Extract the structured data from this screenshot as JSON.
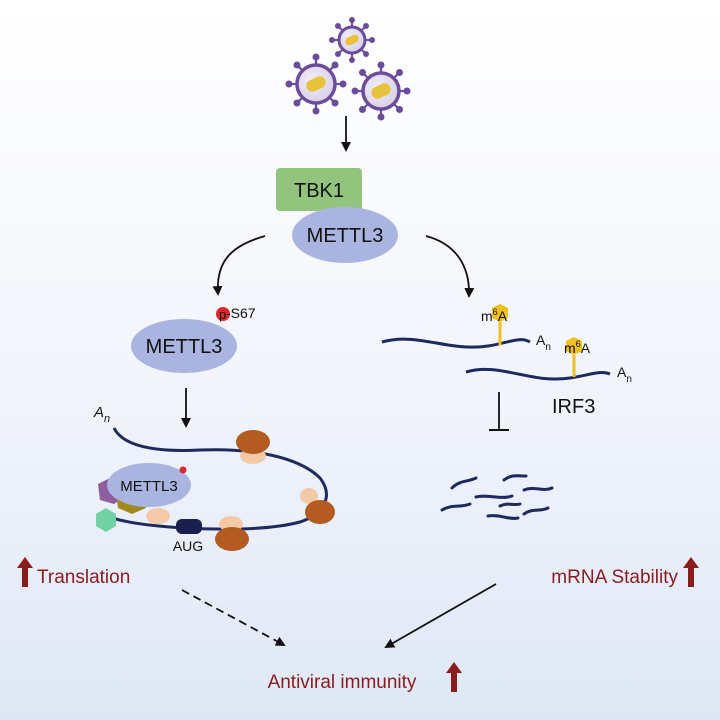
{
  "nodes": {
    "tbk1": "TBK1",
    "mettl3_complex": "METTL3",
    "mettl3_phospho": "METTL3",
    "mettl3_ribosome": "METTL3",
    "phospho_p": "p",
    "phospho_site": "-S67",
    "irf3": "IRF3"
  },
  "mrna": {
    "poly_a_left": "A",
    "poly_a_sub": "n",
    "aug": "AUG",
    "m6a_1_m": "m",
    "m6a_1_sup": "6",
    "m6a_1_a": "A",
    "m6a_2_m": "m",
    "m6a_2_sup": "6",
    "m6a_2_a": "A",
    "an_1": "A",
    "an_1_sub": "n",
    "an_2": "A",
    "an_2_sub": "n"
  },
  "outcomes": {
    "translation": "Translation",
    "mrna_stability": "mRNA Stability",
    "antiviral_immunity": "Antiviral immunity"
  },
  "colors": {
    "tbk1_fill": "#93c47d",
    "mettl3_fill": "#a9b5e0",
    "outcome_red": "#8b1c1c",
    "virus_purple": "#6b4c9a",
    "virus_core": "#e8c23a",
    "mrna_navy": "#1e2a5e",
    "m6a_gold": "#f0c020"
  }
}
